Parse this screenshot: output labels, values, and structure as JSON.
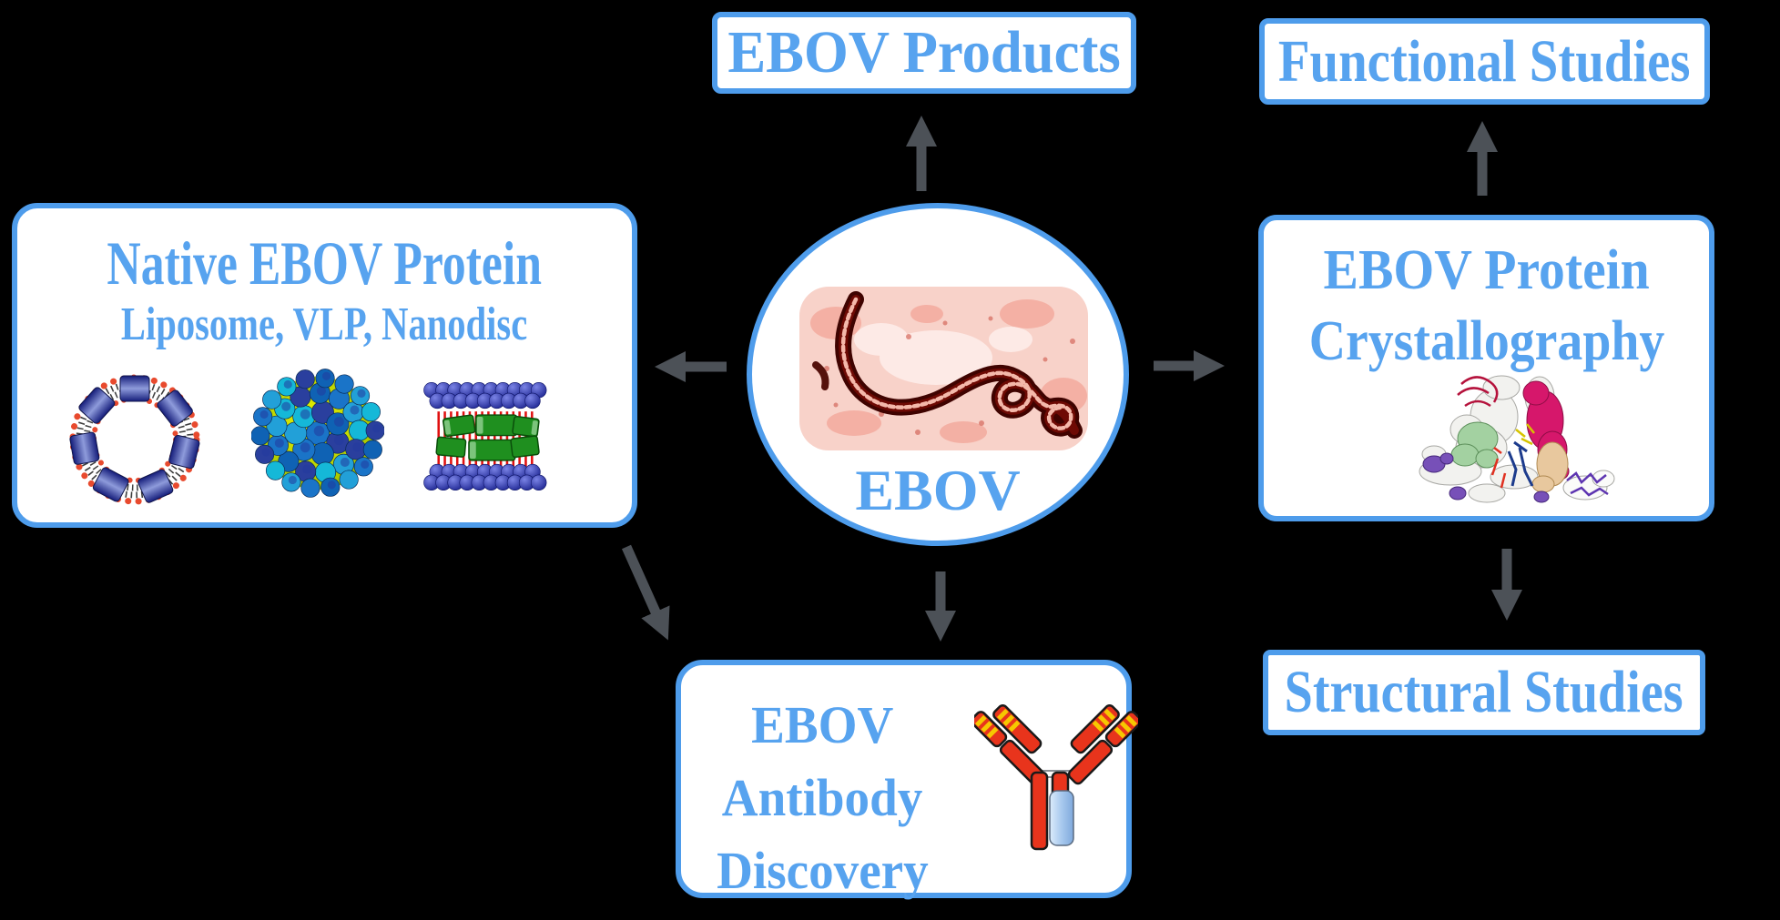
{
  "background": "#000000",
  "colors": {
    "box_border": "#4e9ceb",
    "heading_text": "#57a3ef",
    "arrow": "#4c5157",
    "box_background": "#ffffff"
  },
  "nodes": {
    "products": {
      "label": "EBOV Products"
    },
    "functional": {
      "label": "Functional Studies"
    },
    "native": {
      "title": "Native EBOV Protein",
      "subtitle": "Liposome, VLP, Nanodisc",
      "icons": [
        "liposome-illustration",
        "vlp-illustration",
        "nanodisc-illustration"
      ]
    },
    "center": {
      "label": "EBOV",
      "icon": "ebov-micrograph"
    },
    "crystallography": {
      "lines": [
        "EBOV Protein",
        "Crystallography"
      ],
      "icon": "protein-structure-illustration"
    },
    "antibody": {
      "lines": [
        "EBOV",
        "Antibody",
        "Discovery"
      ],
      "icon": "antibody-y-icon"
    },
    "structural": {
      "label": "Structural Studies"
    }
  },
  "arrows": [
    {
      "name": "arrow-center-to-products",
      "from": "center",
      "to": "products"
    },
    {
      "name": "arrow-center-to-native",
      "from": "center",
      "to": "native"
    },
    {
      "name": "arrow-center-to-crystallography",
      "from": "center",
      "to": "crystallography"
    },
    {
      "name": "arrow-center-to-antibody",
      "from": "center",
      "to": "antibody"
    },
    {
      "name": "arrow-native-to-antibody",
      "from": "native",
      "to": "antibody"
    },
    {
      "name": "arrow-crystallography-to-functional",
      "from": "crystallography",
      "to": "functional"
    },
    {
      "name": "arrow-crystallography-to-structural",
      "from": "crystallography",
      "to": "structural"
    }
  ]
}
